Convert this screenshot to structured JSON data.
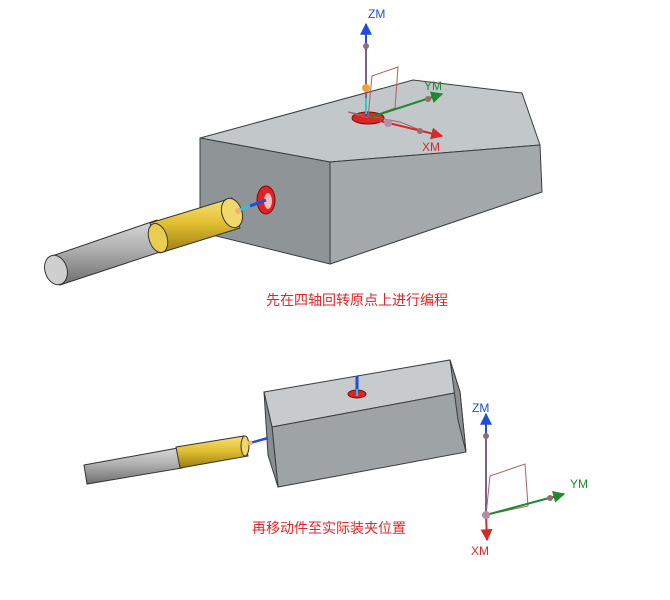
{
  "captions": {
    "step1": "先在四轴回转原点上进行编程",
    "step2": "再移动件至实际装夹位置"
  },
  "axes_top": {
    "z": "ZM",
    "y": "YM",
    "x": "XM"
  },
  "axes_bottom": {
    "z": "ZM",
    "y": "YM",
    "x": "XM"
  },
  "colors": {
    "caption": "#e0252b",
    "axis_z": "#1f4fd6",
    "axis_y": "#1d8a2e",
    "axis_x": "#d42a2a",
    "block_top": "#c2c7c9",
    "block_front": "#8f9597",
    "block_side": "#a8adaf",
    "fixture_gold": "#e3c032",
    "fixture_gray": "#a9a9a9"
  }
}
